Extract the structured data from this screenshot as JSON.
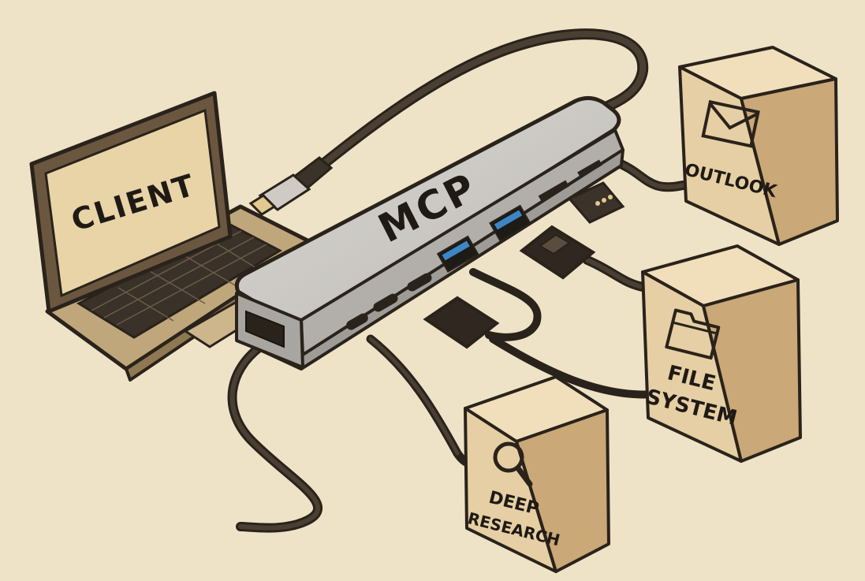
{
  "diagram": {
    "hub": {
      "label": "MCP"
    },
    "client": {
      "label": "CLIENT"
    },
    "servers": [
      {
        "id": "outlook",
        "icon": "envelope-icon",
        "lines": [
          "OUTLOOK"
        ]
      },
      {
        "id": "file-system",
        "icon": "folder-icon",
        "lines": [
          "FILE",
          "SYSTEM"
        ]
      },
      {
        "id": "deep-research",
        "icon": "magnifier-icon",
        "lines": [
          "DEEP",
          "RESEARCH"
        ]
      }
    ]
  },
  "colors": {
    "background": "#efe3c7",
    "ink": "#2a231b",
    "box_front": "#e6cfa4",
    "box_side": "#caa877",
    "box_top": "#f1dfbb",
    "hub_metal": "#c8c6c2",
    "usb_blue": "#3d86c6",
    "cable": "#352c22"
  }
}
